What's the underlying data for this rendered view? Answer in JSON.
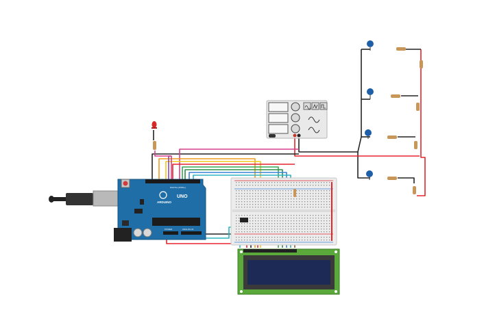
{
  "arduino": {
    "brand_label": "ARDUINO",
    "model_label": "UNO",
    "digital_label": "DIGITAL (PWM~)",
    "power_label": "POWER",
    "analog_label": "ANALOG IN",
    "body_color": "#1f6ea8",
    "usb_color": "#b9b9b9"
  },
  "lcd": {
    "board_color": "#5aa93a",
    "screen_color": "#1c2a55"
  },
  "function_generator": {
    "panel_color": "#e9e9e9"
  },
  "wire_colors": {
    "red": "#e3242b",
    "black": "#222222",
    "orange": "#f29a1b",
    "yellow": "#f2c81b",
    "green": "#33a853",
    "blue": "#3b82d6",
    "teal": "#2bb3c0",
    "purple": "#8e44ad",
    "brown": "#8a5a2b",
    "pink": "#d63e8c"
  },
  "components": {
    "led_color": "#d42a2a",
    "piezo_color": "#1f5fa8",
    "resistor_color": "#c9965a"
  }
}
